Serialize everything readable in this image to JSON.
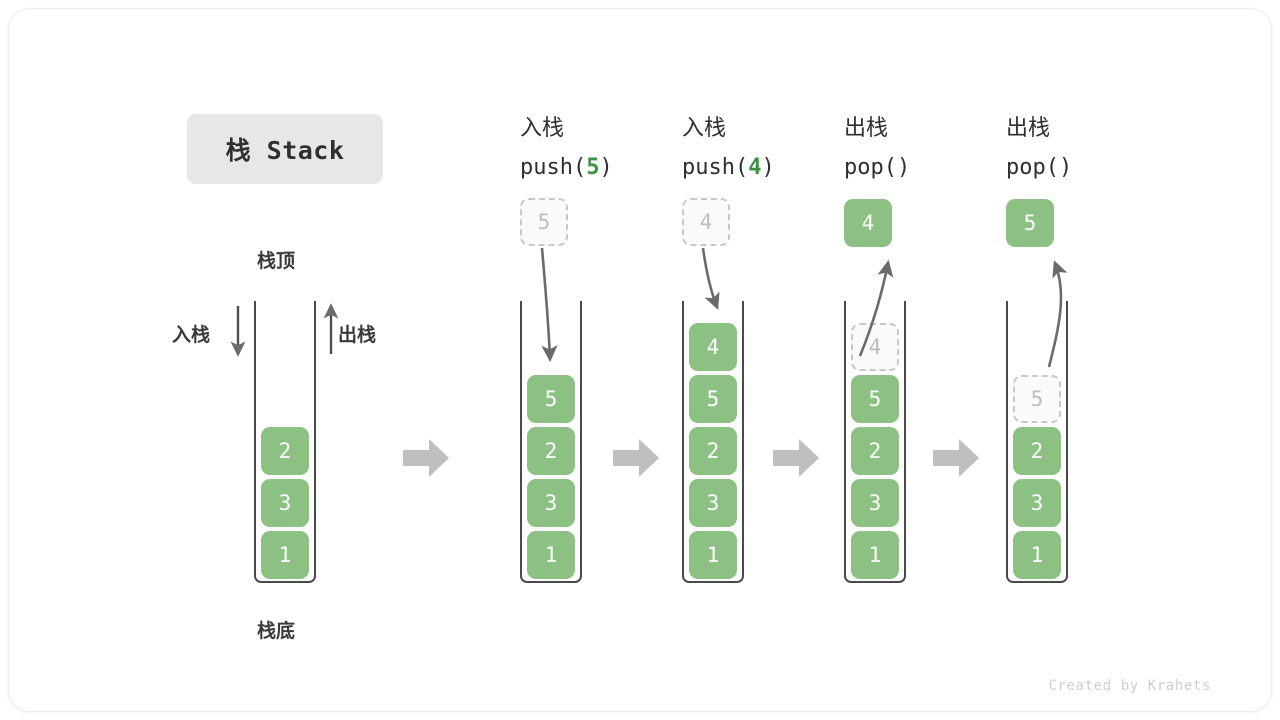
{
  "title": {
    "text": "栈 Stack"
  },
  "labels": {
    "top": "栈顶",
    "bottom": "栈底",
    "push": "入栈",
    "pop": "出栈"
  },
  "colors": {
    "box_fill": "#8cc183",
    "box_text": "#ffffff",
    "ghost_border": "#c8c8c8",
    "ghost_text": "#bdbdbd",
    "wall": "#4a4a4a",
    "arrow": "#6b6b6b",
    "block_arrow": "#bfbfbf",
    "accent_green": "#3f9142",
    "badge_bg": "#e7e7e7"
  },
  "columns": [
    {
      "id": "initial",
      "header": {
        "cn": "",
        "op": "",
        "arg": "",
        "op_suffix": ""
      },
      "stack_items": [
        "2",
        "3",
        "1"
      ],
      "stack_states": [
        "filled",
        "filled",
        "filled"
      ],
      "external_box": null,
      "external_state": null
    },
    {
      "id": "push-5",
      "header": {
        "cn": "入栈",
        "op": "push(",
        "arg": "5",
        "op_suffix": ")"
      },
      "stack_items": [
        "5",
        "2",
        "3",
        "1"
      ],
      "stack_states": [
        "filled",
        "filled",
        "filled",
        "filled"
      ],
      "external_box": "5",
      "external_state": "ghost"
    },
    {
      "id": "push-4",
      "header": {
        "cn": "入栈",
        "op": "push(",
        "arg": "4",
        "op_suffix": ")"
      },
      "stack_items": [
        "4",
        "5",
        "2",
        "3",
        "1"
      ],
      "stack_states": [
        "filled",
        "filled",
        "filled",
        "filled",
        "filled"
      ],
      "external_box": "4",
      "external_state": "ghost"
    },
    {
      "id": "pop-4",
      "header": {
        "cn": "出栈",
        "op": "pop(",
        "arg": "",
        "op_suffix": ")"
      },
      "stack_items": [
        "4",
        "5",
        "2",
        "3",
        "1"
      ],
      "stack_states": [
        "ghost",
        "filled",
        "filled",
        "filled",
        "filled"
      ],
      "external_box": "4",
      "external_state": "filled"
    },
    {
      "id": "pop-5",
      "header": {
        "cn": "出栈",
        "op": "pop(",
        "arg": "",
        "op_suffix": ")"
      },
      "stack_items": [
        "5",
        "2",
        "3",
        "1"
      ],
      "stack_states": [
        "ghost",
        "filled",
        "filled",
        "filled"
      ],
      "external_box": "5",
      "external_state": "filled"
    }
  ],
  "footer": {
    "credit": "Created by Krahets"
  }
}
